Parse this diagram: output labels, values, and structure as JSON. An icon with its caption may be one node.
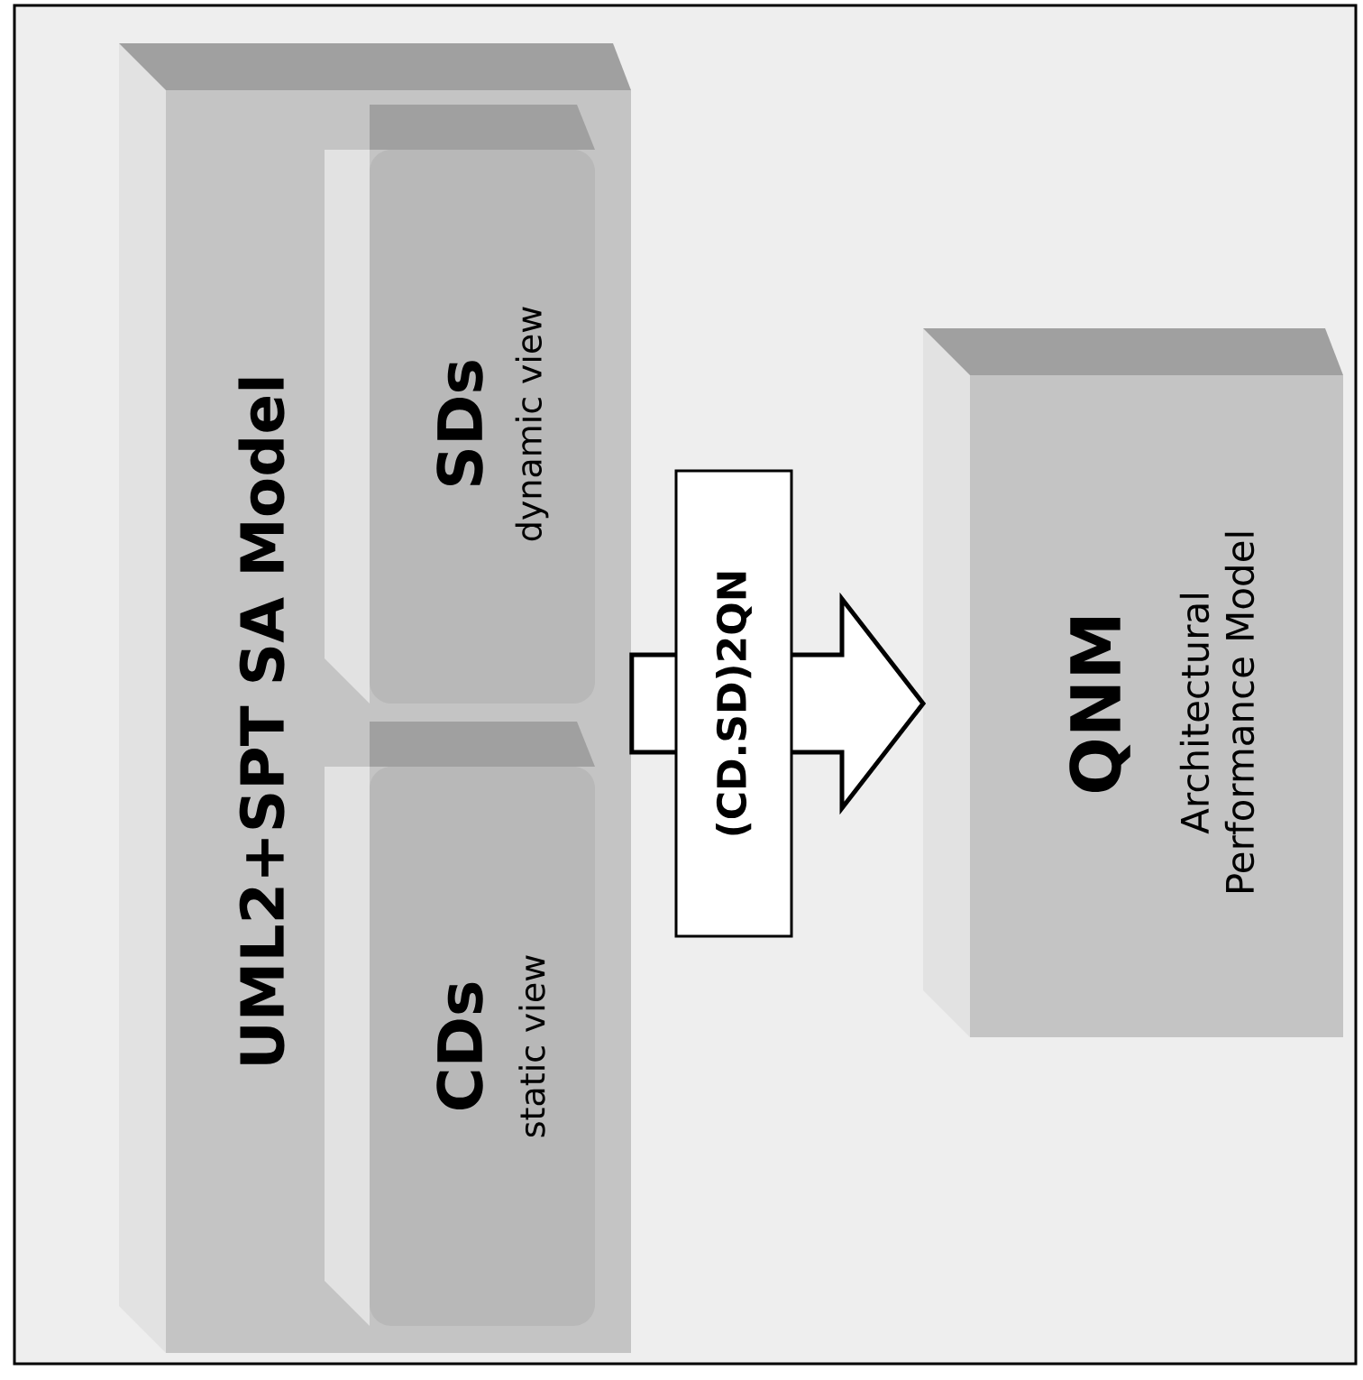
{
  "diagram": {
    "nodes": [
      {
        "text": [
          "UML2+SPT SA Model"
        ]
      },
      {
        "text": [
          "CDs",
          "static view"
        ],
        "in": 0
      },
      {
        "text": [
          "SDs",
          "dynamic view"
        ],
        "in": 0
      },
      {
        "text": [
          "QNM",
          "Architectural Performance Model"
        ]
      }
    ],
    "edges": [
      {
        "from": 0,
        "to": 3,
        "arrow": "to",
        "label": "(CD.SD)2QN"
      }
    ]
  }
}
